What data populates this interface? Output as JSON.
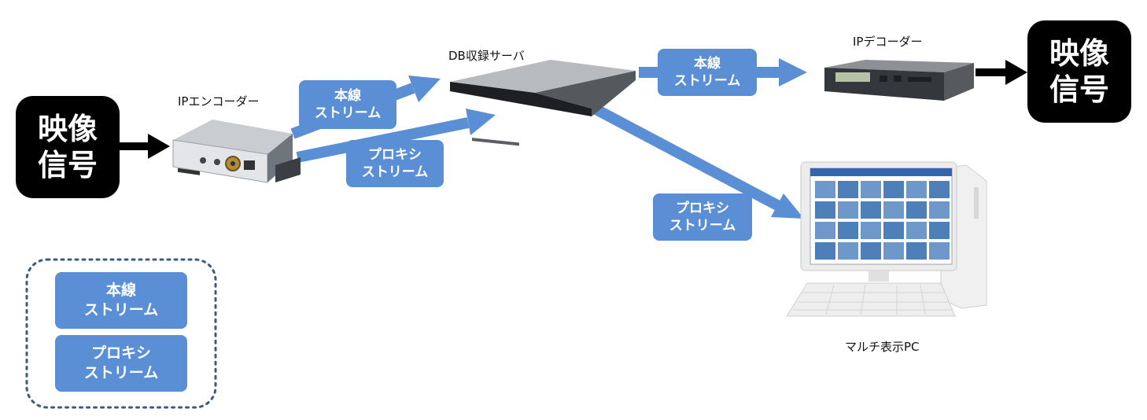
{
  "signals": {
    "input_label": "映像\n信号",
    "output_label": "映像\n信号"
  },
  "devices": {
    "encoder_label": "IPエンコーダー",
    "server_label": "DB収録サーバ",
    "decoder_label": "IPデコーダー",
    "pc_label": "マルチ表示PC"
  },
  "streams": {
    "encoder_main": "本線\nストリーム",
    "encoder_proxy": "プロキシ\nストリーム",
    "server_main": "本線\nストリーム",
    "server_proxy": "プロキシ\nストリーム"
  },
  "legend": {
    "main": "本線\nストリーム",
    "proxy": "プロキシ\nストリーム"
  },
  "colors": {
    "arrow_blue": "#5a8fd6",
    "signal_black": "#000000",
    "legend_border": "#3d5a80"
  }
}
